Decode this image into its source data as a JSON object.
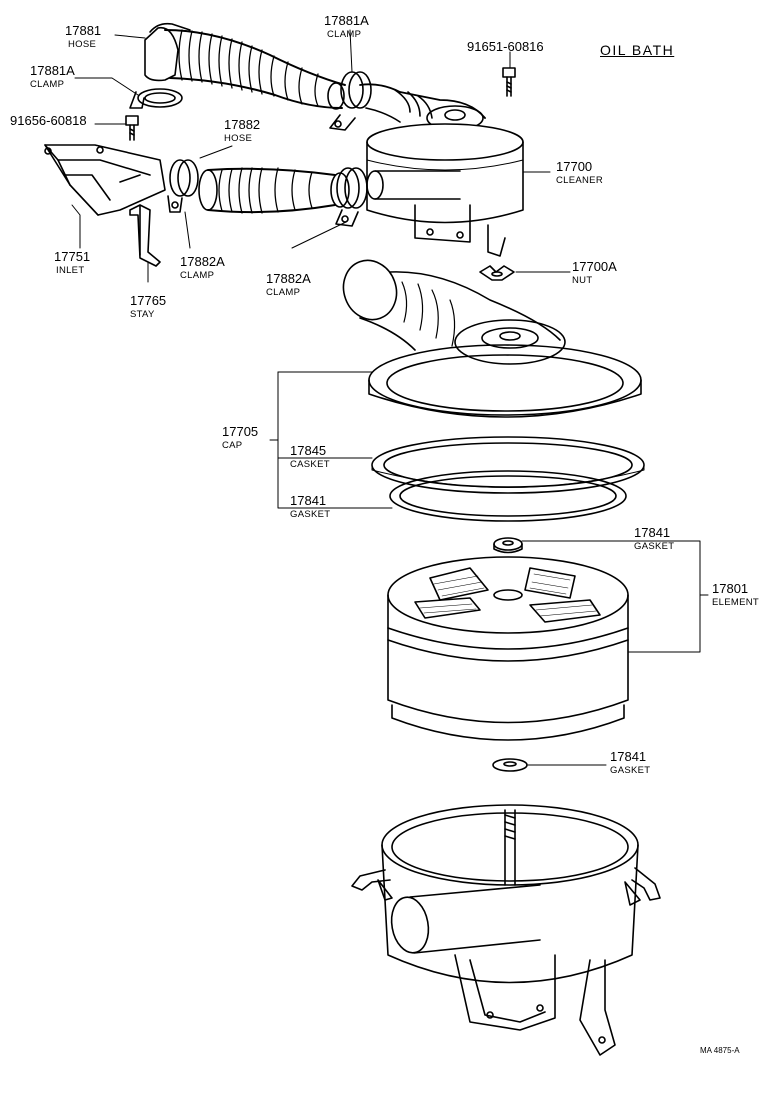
{
  "title": "OIL BATH",
  "figure_code": "MA 4875-A",
  "callouts": {
    "c17881": {
      "number": "17881",
      "name": "HOSE"
    },
    "c17881a_top": {
      "number": "17881A",
      "name": "CLAMP"
    },
    "c17881a_left": {
      "number": "17881A",
      "name": "CLAMP"
    },
    "c91651": {
      "number": "91651-60816",
      "name": ""
    },
    "c91656": {
      "number": "91656-60818",
      "name": ""
    },
    "c17882": {
      "number": "17882",
      "name": "HOSE"
    },
    "c17700": {
      "number": "17700",
      "name": "CLEANER"
    },
    "c17751": {
      "number": "17751",
      "name": "INLET"
    },
    "c17882a_left": {
      "number": "17882A",
      "name": "CLAMP"
    },
    "c17882a_mid": {
      "number": "17882A",
      "name": "CLAMP"
    },
    "c17765": {
      "number": "17765",
      "name": "STAY"
    },
    "c17700a": {
      "number": "17700A",
      "name": "NUT"
    },
    "c17705": {
      "number": "17705",
      "name": "CAP"
    },
    "c17845": {
      "number": "17845",
      "name": "CASKET"
    },
    "c17841_a": {
      "number": "17841",
      "name": "GASKET"
    },
    "c17841_b": {
      "number": "17841",
      "name": "GASKET"
    },
    "c17801": {
      "number": "17801",
      "name": "ELEMENT"
    },
    "c17841_c": {
      "number": "17841",
      "name": "GASKET"
    }
  }
}
